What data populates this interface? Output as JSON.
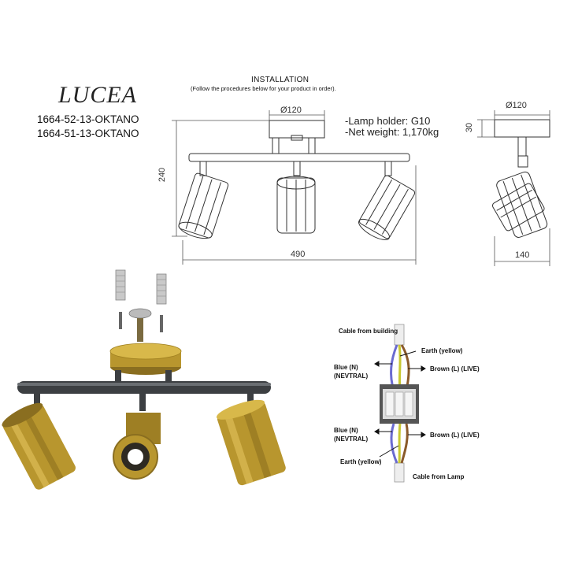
{
  "brand": {
    "name": "LUCEA",
    "codes": [
      "1664-52-13-OKTANO",
      "1664-51-13-OKTANO"
    ]
  },
  "installation": {
    "title": "INSTALLATION",
    "subtitle": "(Follow the procedures below for your product in order)."
  },
  "specs": {
    "lamp_holder": "-Lamp holder: G10",
    "net_weight": "-Net weight: 1,170kg"
  },
  "dimensions": {
    "front_base_diameter": "Ø120",
    "front_height": "240",
    "front_width": "490",
    "side_base_diameter": "Ø120",
    "side_base_height": "30",
    "side_width": "140"
  },
  "wiring": {
    "cable_from_building": "Cable from building",
    "earth_top": "Earth (yellow)",
    "blue_top": "Blue (N)",
    "nevtral_top": "(NEVTRAL)",
    "brown_top": "Brown (L) (LIVE)",
    "blue_bottom": "Blue (N)",
    "nevtral_bottom": "(NEVTRAL)",
    "brown_bottom": "Brown (L) (LIVE)",
    "earth_bottom": "Earth (yellow)",
    "cable_from_lamp": "Cable from Lamp"
  },
  "colors": {
    "gold": "#b8962e",
    "bar": "#3c3f42",
    "wire_blue": "#6b6bd0",
    "wire_brown": "#8a5a2a",
    "wire_earth": "#c8c832"
  }
}
